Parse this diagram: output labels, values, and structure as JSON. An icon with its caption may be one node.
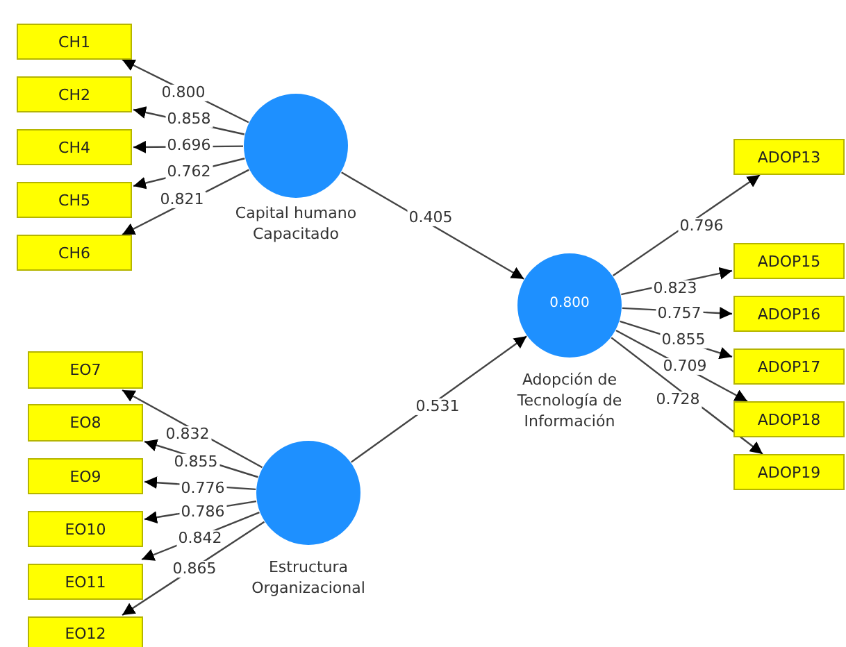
{
  "diagram": {
    "nodes": [
      {
        "text": [
          "Capital humano Capacitado"
        ]
      },
      {
        "text": [
          "CH1"
        ]
      },
      {
        "text": [
          "CH2"
        ]
      },
      {
        "text": [
          "CH4"
        ]
      },
      {
        "text": [
          "CH5"
        ]
      },
      {
        "text": [
          "CH6"
        ]
      },
      {
        "text": [
          "Estructura Organizacional"
        ]
      },
      {
        "text": [
          "EO7"
        ]
      },
      {
        "text": [
          "EO8"
        ]
      },
      {
        "text": [
          "EO9"
        ]
      },
      {
        "text": [
          "EO10"
        ]
      },
      {
        "text": [
          "EO11"
        ]
      },
      {
        "text": [
          "EO12"
        ]
      },
      {
        "text": [
          "0.800",
          "Adopción de Tecnología de Información"
        ]
      },
      {
        "text": [
          "ADOP13"
        ]
      },
      {
        "text": [
          "ADOP15"
        ]
      },
      {
        "text": [
          "ADOP16"
        ]
      },
      {
        "text": [
          "ADOP17"
        ]
      },
      {
        "text": [
          "ADOP18"
        ]
      },
      {
        "text": [
          "ADOP19"
        ]
      }
    ],
    "edges": [
      {
        "from": 0,
        "to": 1,
        "arrow": "to",
        "label": "0.800"
      },
      {
        "from": 0,
        "to": 2,
        "arrow": "to",
        "label": "0.858"
      },
      {
        "from": 0,
        "to": 3,
        "arrow": "to",
        "label": "0.696"
      },
      {
        "from": 0,
        "to": 4,
        "arrow": "to",
        "label": "0.762"
      },
      {
        "from": 0,
        "to": 5,
        "arrow": "to",
        "label": "0.821"
      },
      {
        "from": 6,
        "to": 7,
        "arrow": "to",
        "label": "0.832"
      },
      {
        "from": 6,
        "to": 8,
        "arrow": "to",
        "label": "0.855"
      },
      {
        "from": 6,
        "to": 9,
        "arrow": "to",
        "label": "0.776"
      },
      {
        "from": 6,
        "to": 10,
        "arrow": "to",
        "label": "0.786"
      },
      {
        "from": 6,
        "to": 11,
        "arrow": "to",
        "label": "0.842"
      },
      {
        "from": 6,
        "to": 12,
        "arrow": "to",
        "label": "0.865"
      },
      {
        "from": 0,
        "to": 13,
        "arrow": "to",
        "label": "0.405"
      },
      {
        "from": 6,
        "to": 13,
        "arrow": "to",
        "label": "0.531"
      },
      {
        "from": 13,
        "to": 14,
        "arrow": "to",
        "label": "0.796"
      },
      {
        "from": 13,
        "to": 15,
        "arrow": "to",
        "label": "0.823"
      },
      {
        "from": 13,
        "to": 16,
        "arrow": "to",
        "label": "0.757"
      },
      {
        "from": 13,
        "to": 17,
        "arrow": "to",
        "label": "0.855"
      },
      {
        "from": 13,
        "to": 18,
        "arrow": "to",
        "label": "0.709"
      },
      {
        "from": 13,
        "to": 19,
        "arrow": "to",
        "label": "0.728"
      }
    ]
  }
}
